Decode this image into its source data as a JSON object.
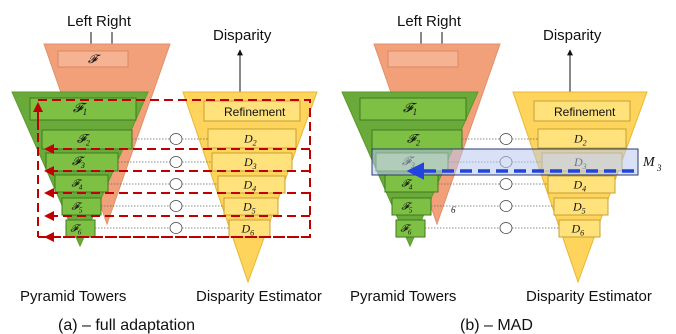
{
  "labels": {
    "left": "Left",
    "right": "Right",
    "disparity": "Disparity",
    "refinement": "Refinement",
    "pyramid_towers": "Pyramid Towers",
    "disparity_estimator": "Disparity Estimator",
    "m3": "M",
    "m3_sub": "3"
  },
  "features": [
    {
      "base": "𝓕",
      "sub": "1"
    },
    {
      "base": "𝓕",
      "sub": "2"
    },
    {
      "base": "𝓕",
      "sub": "3"
    },
    {
      "base": "𝓕",
      "sub": "4"
    },
    {
      "base": "𝓕",
      "sub": "5"
    },
    {
      "base": "𝓕",
      "sub": "6"
    }
  ],
  "back_feature": {
    "base": "𝓕"
  },
  "back_sub_b": "6",
  "estimates": [
    {
      "base": "D",
      "sub": "2"
    },
    {
      "base": "D",
      "sub": "3"
    },
    {
      "base": "D",
      "sub": "4"
    },
    {
      "base": "D",
      "sub": "5"
    },
    {
      "base": "D",
      "sub": "6"
    }
  ],
  "captions": {
    "a": "(a) – full adaptation",
    "b": "(b) – MAD"
  },
  "colors": {
    "green_tower": "#6aaa3a",
    "green_box": "#7dc044",
    "orange_tower": "#f2a07a",
    "yellow_tower": "#ffd45c",
    "yellow_box": "#ffe27c",
    "red_dashed": "#c00000",
    "blue_dashed": "#2244dd"
  }
}
